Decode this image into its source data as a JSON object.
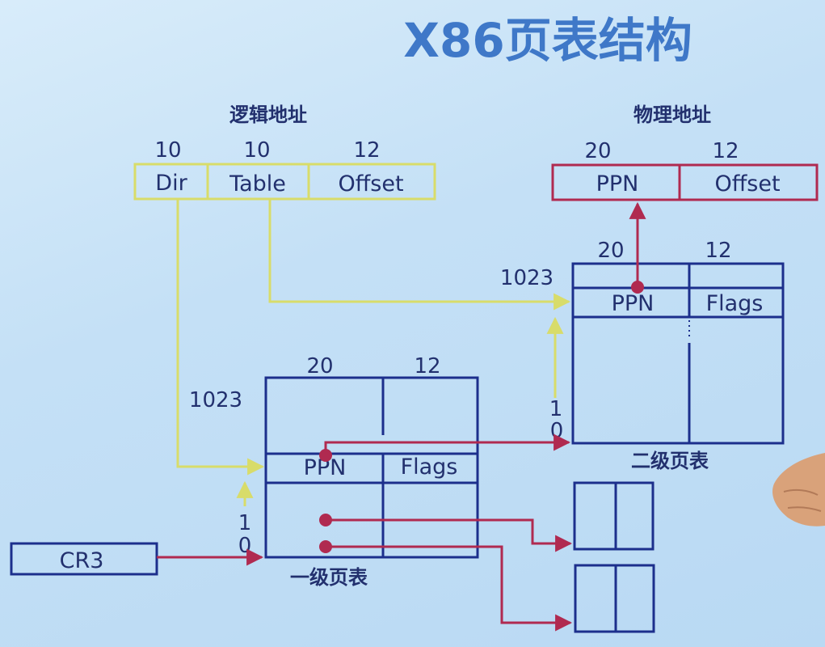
{
  "title": "X86页表结构",
  "logical_address": {
    "caption": "逻辑地址",
    "bits": [
      "10",
      "10",
      "12"
    ],
    "fields": [
      "Dir",
      "Table",
      "Offset"
    ]
  },
  "physical_address": {
    "caption": "物理地址",
    "bits": [
      "20",
      "12"
    ],
    "fields": [
      "PPN",
      "Offset"
    ]
  },
  "level2_table": {
    "caption": "二级页表",
    "bits": [
      "20",
      "12"
    ],
    "top_index": "1023",
    "low_index_1": "1",
    "low_index_0": "0",
    "fields": [
      "PPN",
      "Flags"
    ]
  },
  "level1_table": {
    "caption": "一级页表",
    "bits": [
      "20",
      "12"
    ],
    "top_index": "1023",
    "low_index_1": "1",
    "low_index_0": "0",
    "fields": [
      "PPN",
      "Flags"
    ]
  },
  "cr3": {
    "label": "CR3"
  },
  "colors": {
    "title": "#3f78c8",
    "navy": "#1c2f8c",
    "text": "#22306e",
    "yellow": "#d8dc6a",
    "red": "#b02a50",
    "background": "#c4e0f6"
  }
}
